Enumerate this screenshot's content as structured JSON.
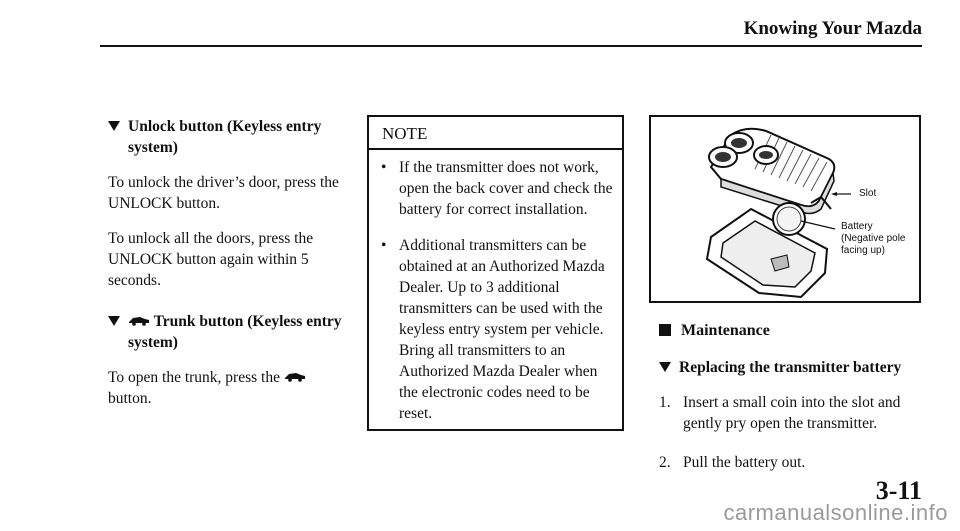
{
  "header": {
    "title": "Knowing Your Mazda"
  },
  "left": {
    "unlock_title": "Unlock button (Keyless entry system)",
    "unlock_p1": "To unlock the driver’s door, press the UNLOCK button.",
    "unlock_p2": "To unlock all the doors, press the UNLOCK button again within 5 seconds.",
    "trunk_title": "Trunk button (Keyless entry system)",
    "trunk_p1": "To open the trunk, press the",
    "trunk_p1_end": "button."
  },
  "note": {
    "heading": "NOTE",
    "items": [
      "If the transmitter does not work, open the back cover and check the battery for correct installation.",
      "Additional transmitters can be obtained at an Authorized Mazda Dealer. Up to 3 additional transmitters can be used with the keyless entry system per vehicle. Bring all transmitters to an Authorized Mazda Dealer when the electronic codes need to be reset."
    ]
  },
  "figure": {
    "slot_label": "Slot",
    "battery_label": "Battery",
    "battery_note_1": "(Negative pole",
    "battery_note_2": "facing up)"
  },
  "right": {
    "maintenance": "Maintenance",
    "replacing_title": "Replacing the transmitter battery",
    "steps": [
      {
        "num": "1.",
        "text": "Insert a small coin into the slot and gently pry open the transmitter."
      },
      {
        "num": "2.",
        "text": "Pull the battery out."
      }
    ]
  },
  "page_number": "3-11",
  "watermark": "carmanualsonline.info"
}
